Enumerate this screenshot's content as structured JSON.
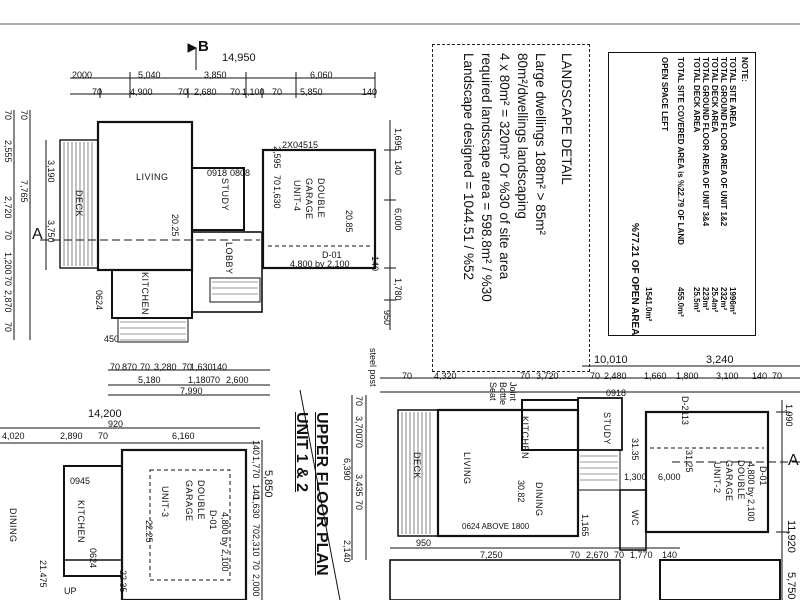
{
  "notes": {
    "heading": "NOTE:",
    "rows": [
      {
        "label": "TOTAL SITE AREA",
        "value": "1996m²"
      },
      {
        "label": "TOTAL GROUND FLOOR AREA OF UNIT 1&2",
        "value": "232m²"
      },
      {
        "label": "TOTAL DECK AREA",
        "value": "25.4m²"
      },
      {
        "label": "TOTAL GROUND FLOOR AREA OF UNIT 3&4",
        "value": "223m²"
      },
      {
        "label": "TOTAL DECK AREA",
        "value": "25.5m²"
      }
    ],
    "covered_label": "TOTAL SITE COVERED AREA is %22.79 OF LAND",
    "covered_value": "455.0m²",
    "open_label": "OPEN SPACE LEFT",
    "open_value": "1541.0m²",
    "open_pct": "%77.21 OF OPEN AREA"
  },
  "landscape": {
    "title": "LANDSCAPE DETAIL",
    "lines": [
      "Large dwellings 188m² > 85m²",
      "80m²/dwellings landscaping",
      "4 x 80m² = 320m² Or %30 of site area",
      "required landscape area  = 598.8m² / %30",
      "Landscape designed     = 1044.51 / %52"
    ]
  },
  "plan_title": [
    "UPPER FLOOR PLAN",
    "UNIT 1 & 2"
  ],
  "section_marks": {
    "b": "B",
    "a_left": "A",
    "a_right": "A"
  },
  "unit4": {
    "rooms": [
      "LIVING",
      "STUDY",
      "DOUBLE",
      "GARAGE",
      "UNIT-4",
      "DECK",
      "KITCHEN",
      "LOBBY"
    ],
    "codes": [
      "2X04515",
      "D-01",
      "4,800 by 2,100",
      "20.25",
      "20.85",
      "0918",
      "0808",
      "0624"
    ],
    "top_dims": [
      "14,950",
      "2000",
      "5,040",
      "3,850",
      "6,060",
      "70",
      "4,900",
      "70",
      "2,680",
      "70",
      "1,100",
      "70",
      "5,850",
      "140"
    ],
    "right_dims": [
      "1,695",
      "140",
      "2,595",
      "70",
      "1,630",
      "6,000",
      "140",
      "1,780",
      "950"
    ],
    "left_dims": [
      "70",
      "2,555",
      "70",
      "7,765",
      "2,720",
      "70",
      "1,200",
      "70",
      "2,870",
      "70",
      "3,190",
      "3,750"
    ],
    "bottom_dims": [
      "70",
      "870",
      "70",
      "3,280",
      "70",
      "1,630",
      "140",
      "5,180",
      "1,180",
      "70",
      "2,600",
      "7,990",
      "450"
    ]
  },
  "unit3": {
    "rooms": [
      "UNIT-3",
      "DOUBLE",
      "GARAGE",
      "DINING",
      "KITCHEN",
      "UP"
    ],
    "codes": [
      "0945",
      "D-01",
      "4,800 by 2,100",
      "22.25",
      "21.475",
      "22.35",
      "0624"
    ],
    "top_dims": [
      "14,200",
      "920",
      "4,020",
      "2,890",
      "70",
      "6,160"
    ],
    "right_dims": [
      "5,850",
      "140",
      "1,770",
      "140",
      "1,630",
      "70",
      "2,310",
      "70",
      "2,000"
    ]
  },
  "unit12": {
    "rooms": [
      "DECK",
      "LIVING",
      "DINING",
      "KITCHEN",
      "STUDY",
      "DOUBLE",
      "GARAGE",
      "UNIT-2",
      "WC"
    ],
    "codes": [
      "steel post",
      "Seat",
      "Bottle",
      "Joint",
      "0918",
      "D-2113",
      "0624 ABOVE 1800",
      "30.82",
      "31.35",
      "31.25",
      "D-01",
      "4,800 by 2,100",
      "1,300",
      "6,000",
      "1,165"
    ],
    "top_dims": [
      "10,010",
      "3,240",
      "70",
      "4,320",
      "70",
      "3,720",
      "70",
      "2,480",
      "1,660",
      "1,800",
      "3,100",
      "140",
      "70"
    ],
    "left_dims": [
      "70",
      "3,700",
      "70",
      "6,390",
      "3,435",
      "70",
      "2,140"
    ],
    "bottom_dims": [
      "950",
      "7,250",
      "70",
      "2,670",
      "70",
      "1,770",
      "140"
    ],
    "right_dims": [
      "1,990",
      "11,920",
      "5,750"
    ]
  }
}
